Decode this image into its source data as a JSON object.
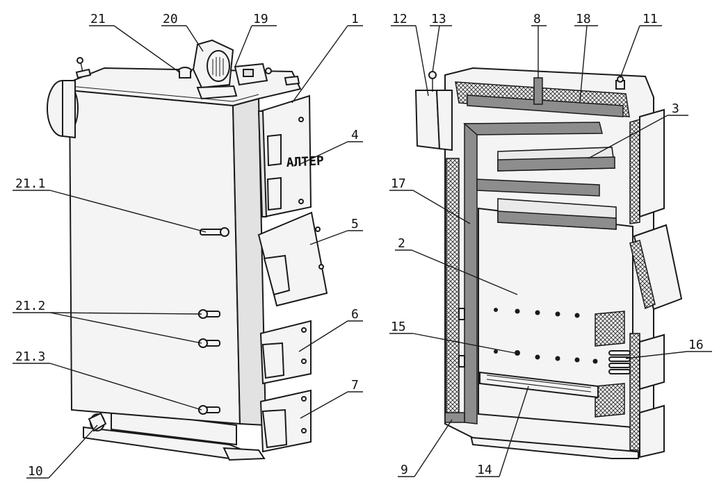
{
  "brand_text": "АЛТЕР",
  "callouts_left": [
    {
      "id": "c21",
      "text": "21"
    },
    {
      "id": "c20",
      "text": "20"
    },
    {
      "id": "c19",
      "text": "19"
    },
    {
      "id": "c1",
      "text": "1"
    },
    {
      "id": "c4",
      "text": "4"
    },
    {
      "id": "c5",
      "text": "5"
    },
    {
      "id": "c6",
      "text": "6"
    },
    {
      "id": "c7",
      "text": "7"
    },
    {
      "id": "c21_1",
      "text": "21.1"
    },
    {
      "id": "c21_2",
      "text": "21.2"
    },
    {
      "id": "c21_3",
      "text": "21.3"
    },
    {
      "id": "c10",
      "text": "10"
    }
  ],
  "callouts_right": [
    {
      "id": "c12",
      "text": "12"
    },
    {
      "id": "c13",
      "text": "13"
    },
    {
      "id": "c8",
      "text": "8"
    },
    {
      "id": "c18",
      "text": "18"
    },
    {
      "id": "c11",
      "text": "11"
    },
    {
      "id": "c3",
      "text": "3"
    },
    {
      "id": "c17",
      "text": "17"
    },
    {
      "id": "c2",
      "text": "2"
    },
    {
      "id": "c15",
      "text": "15"
    },
    {
      "id": "c16",
      "text": "16"
    },
    {
      "id": "c9",
      "text": "9"
    },
    {
      "id": "c14",
      "text": "14"
    }
  ]
}
